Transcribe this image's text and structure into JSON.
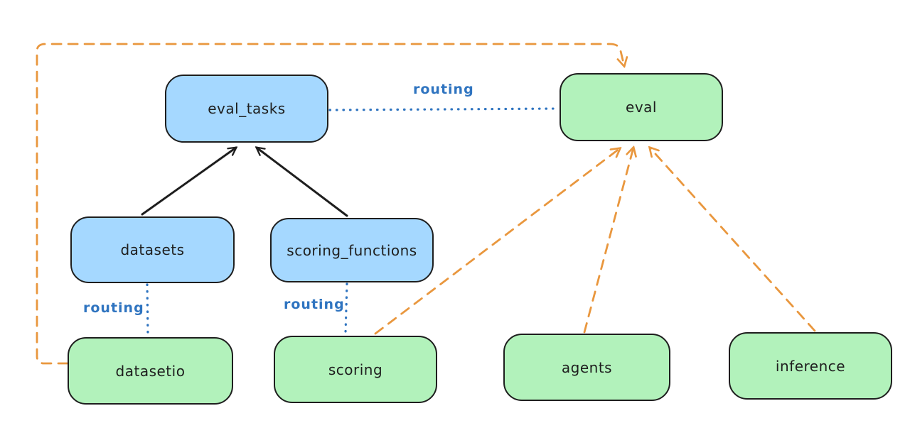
{
  "nodes": {
    "eval_tasks": {
      "label": "eval_tasks",
      "kind": "registry"
    },
    "eval": {
      "label": "eval",
      "kind": "provider-api"
    },
    "datasets": {
      "label": "datasets",
      "kind": "registry"
    },
    "scoring_functions": {
      "label": "scoring_functions",
      "kind": "registry"
    },
    "datasetio": {
      "label": "datasetio",
      "kind": "provider-api"
    },
    "scoring": {
      "label": "scoring",
      "kind": "provider-api"
    },
    "agents": {
      "label": "agents",
      "kind": "provider-api"
    },
    "inference": {
      "label": "inference",
      "kind": "provider-api"
    }
  },
  "edge_labels": {
    "eval_tasks_to_eval": "routing",
    "datasets_to_datasetio": "routing",
    "scoring_functions_to_scoring": "routing"
  },
  "edges": [
    {
      "from": "datasets",
      "to": "eval_tasks",
      "style": "solid-black-arrow"
    },
    {
      "from": "scoring_functions",
      "to": "eval_tasks",
      "style": "solid-black-arrow"
    },
    {
      "from": "eval_tasks",
      "to": "eval",
      "style": "dotted-blue",
      "label": "routing"
    },
    {
      "from": "datasets",
      "to": "datasetio",
      "style": "dotted-blue",
      "label": "routing"
    },
    {
      "from": "scoring_functions",
      "to": "scoring",
      "style": "dotted-blue",
      "label": "routing"
    },
    {
      "from": "datasetio",
      "to": "eval",
      "style": "dashed-orange-arrow",
      "route": "left-top-loop"
    },
    {
      "from": "scoring",
      "to": "eval",
      "style": "dashed-orange-arrow"
    },
    {
      "from": "agents",
      "to": "eval",
      "style": "dashed-orange-arrow"
    },
    {
      "from": "inference",
      "to": "eval",
      "style": "dashed-orange-arrow"
    }
  ],
  "colors": {
    "registry_node_fill": "#a5d8ff",
    "provider_node_fill": "#b2f2bb",
    "node_border": "#1e1e1e",
    "routing_line_blue": "#2f74c0",
    "dependency_line_orange": "#e9973e",
    "solid_arrow_black": "#1e1e1e",
    "background": "#ffffff"
  }
}
